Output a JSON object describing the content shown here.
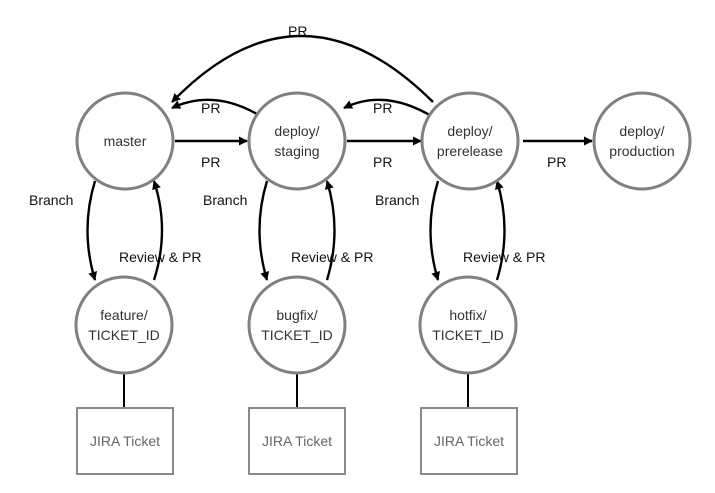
{
  "nodes": {
    "master": [
      "master"
    ],
    "deploy_staging": [
      "deploy/",
      "staging"
    ],
    "deploy_prerelease": [
      "deploy/",
      "prerelease"
    ],
    "deploy_production": [
      "deploy/",
      "production"
    ],
    "feature": [
      "feature/",
      "TICKET_ID"
    ],
    "bugfix": [
      "bugfix/",
      "TICKET_ID"
    ],
    "hotfix": [
      "hotfix/",
      "TICKET_ID"
    ]
  },
  "tickets": [
    "JIRA Ticket",
    "JIRA Ticket",
    "JIRA Ticket"
  ],
  "edge_labels": {
    "pr_prerelease_to_master": "PR",
    "pr_staging_to_master": "PR",
    "pr_master_to_staging": "PR",
    "pr_prerelease_to_staging": "PR",
    "pr_staging_to_prerelease": "PR",
    "pr_prerelease_to_production": "PR",
    "branch_master": "Branch",
    "branch_staging": "Branch",
    "branch_prerelease": "Branch",
    "review_feature": "Review & PR",
    "review_bugfix": "Review & PR",
    "review_hotfix": "Review & PR"
  }
}
